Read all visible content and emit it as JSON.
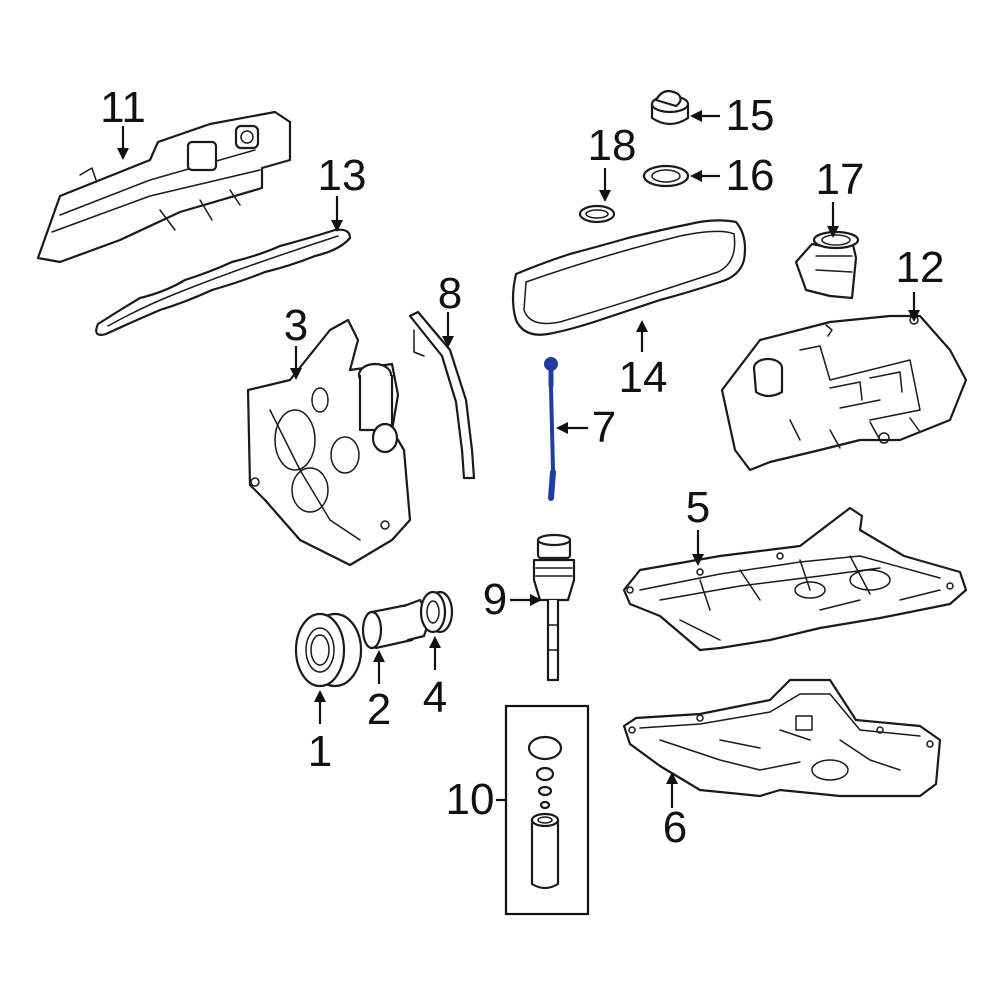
{
  "accent_color": "#1f3fa0",
  "callouts": [
    {
      "id": "1",
      "label": "1"
    },
    {
      "id": "2",
      "label": "2"
    },
    {
      "id": "3",
      "label": "3"
    },
    {
      "id": "4",
      "label": "4"
    },
    {
      "id": "5",
      "label": "5"
    },
    {
      "id": "6",
      "label": "6"
    },
    {
      "id": "7",
      "label": "7"
    },
    {
      "id": "8",
      "label": "8"
    },
    {
      "id": "9",
      "label": "9"
    },
    {
      "id": "10",
      "label": "10"
    },
    {
      "id": "11",
      "label": "11"
    },
    {
      "id": "12",
      "label": "12"
    },
    {
      "id": "13",
      "label": "13"
    },
    {
      "id": "14",
      "label": "14"
    },
    {
      "id": "15",
      "label": "15"
    },
    {
      "id": "16",
      "label": "16"
    },
    {
      "id": "17",
      "label": "17"
    },
    {
      "id": "18",
      "label": "18"
    }
  ]
}
